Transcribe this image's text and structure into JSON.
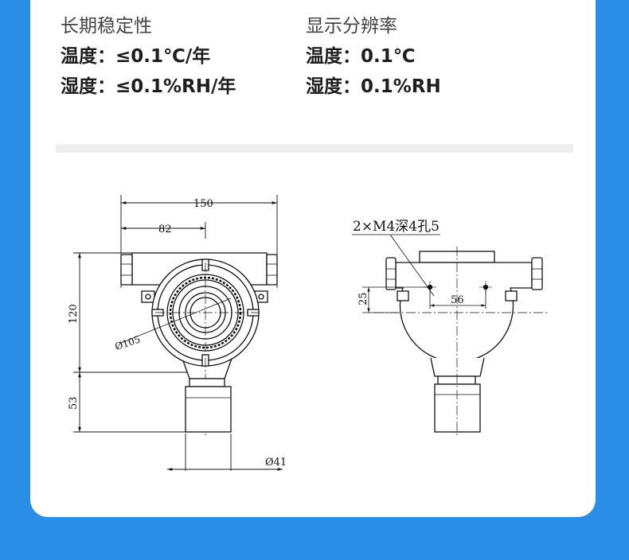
{
  "stability": {
    "title": "长期稳定性",
    "temperature": "温度：≤0.1℃/年",
    "humidity": "湿度：≤0.1%RH/年"
  },
  "resolution": {
    "title": "显示分辨率",
    "temperature": "温度：0.1℃",
    "humidity": "湿度：0.1%RH"
  },
  "front_view": {
    "width_total": "150",
    "width_offset": "82",
    "height_body": "120",
    "height_probe": "53",
    "diameter_face": "Ø105",
    "diameter_probe": "Ø41"
  },
  "back_view": {
    "mount_holes": "2×M4深4孔5",
    "hole_spacing": "56",
    "hole_height": "25"
  }
}
